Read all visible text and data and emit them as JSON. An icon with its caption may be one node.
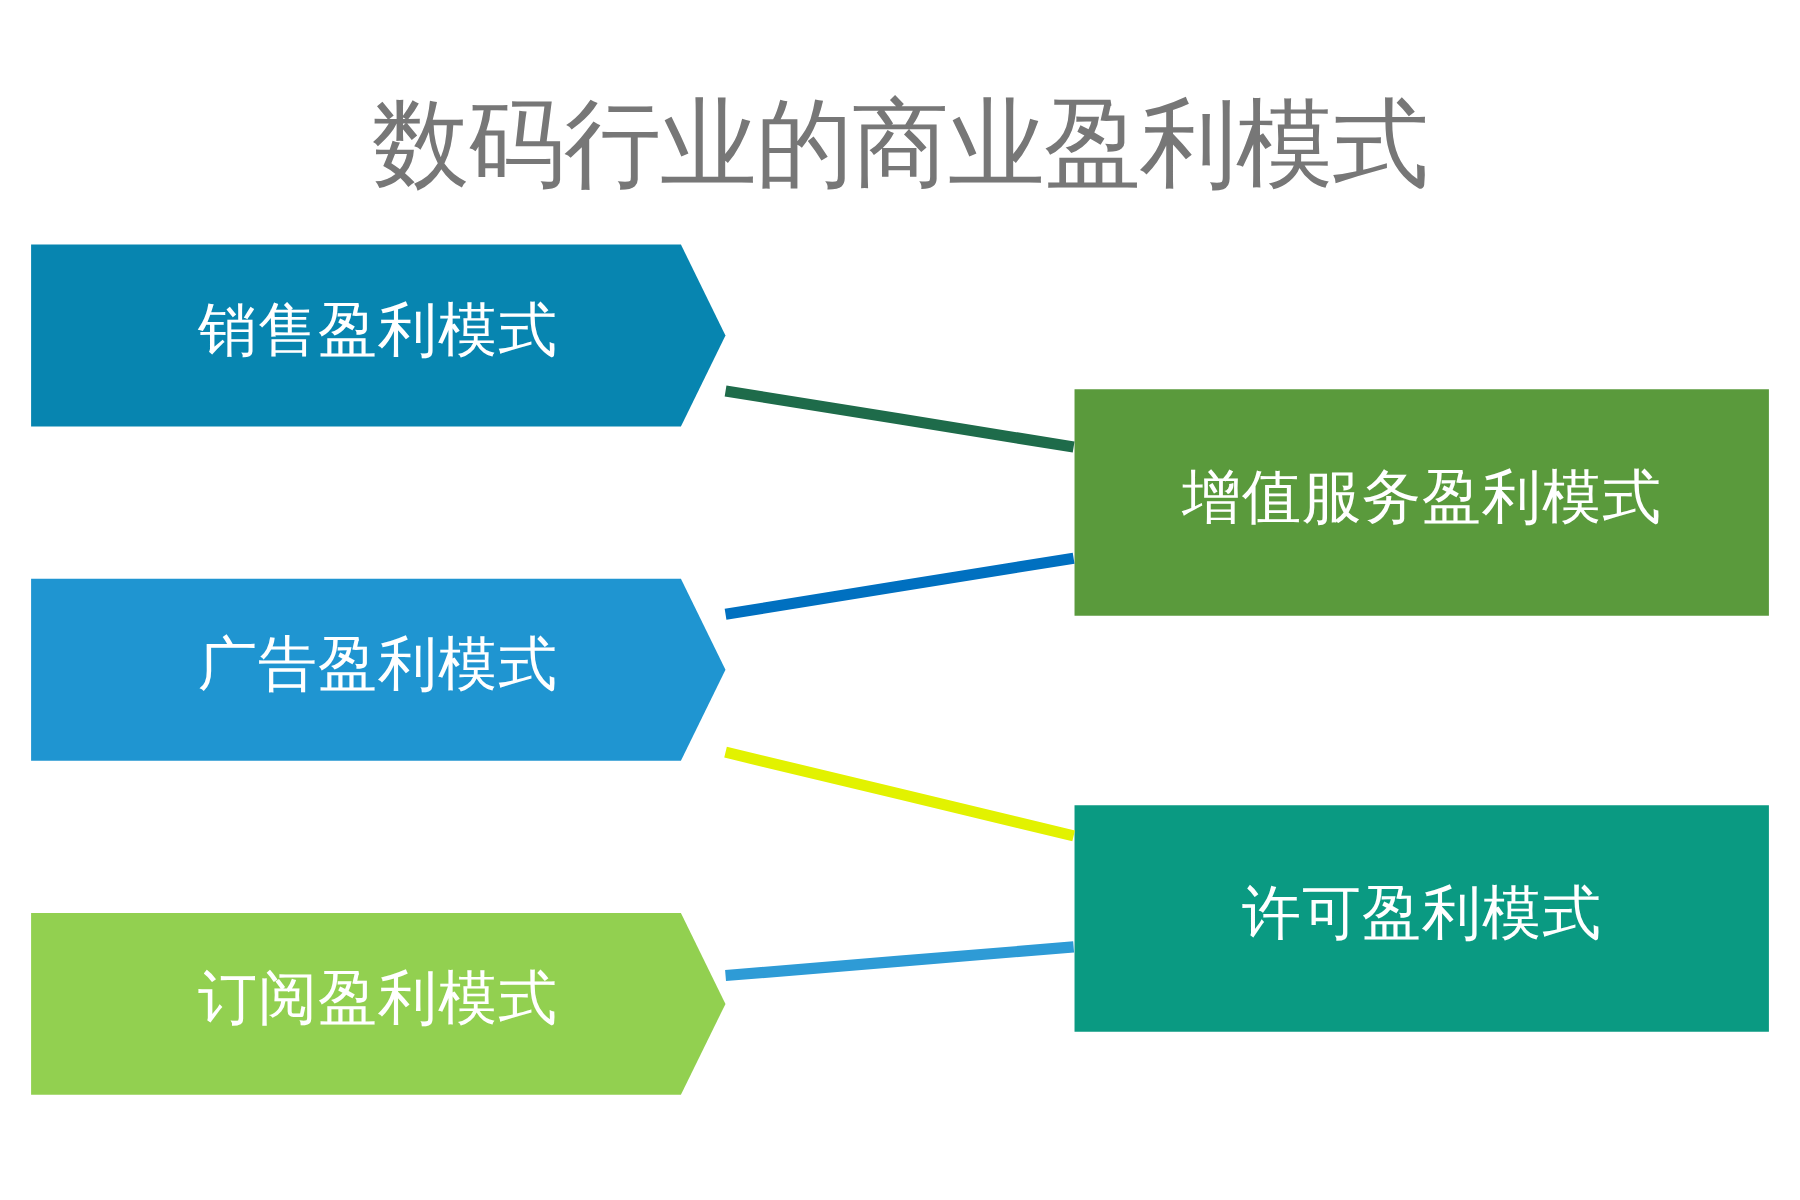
{
  "diagram": {
    "title": "数码行业的商业盈利模式",
    "nodes": [
      {
        "text": [
          "销售盈利模式"
        ]
      },
      {
        "text": [
          "广告盈利模式"
        ]
      },
      {
        "text": [
          "订阅盈利模式"
        ]
      },
      {
        "text": [
          "增值服务盈利模式"
        ]
      },
      {
        "text": [
          "许可盈利模式"
        ]
      }
    ],
    "edges": [
      {
        "from": 0,
        "to": 3,
        "arrow": "none",
        "color": "#1e6b4a"
      },
      {
        "from": 1,
        "to": 3,
        "arrow": "none",
        "color": "#0070c0"
      },
      {
        "from": 1,
        "to": 4,
        "arrow": "none",
        "color": "#e2f200"
      },
      {
        "from": 2,
        "to": 4,
        "arrow": "none",
        "color": "#2e9bd6"
      }
    ]
  }
}
